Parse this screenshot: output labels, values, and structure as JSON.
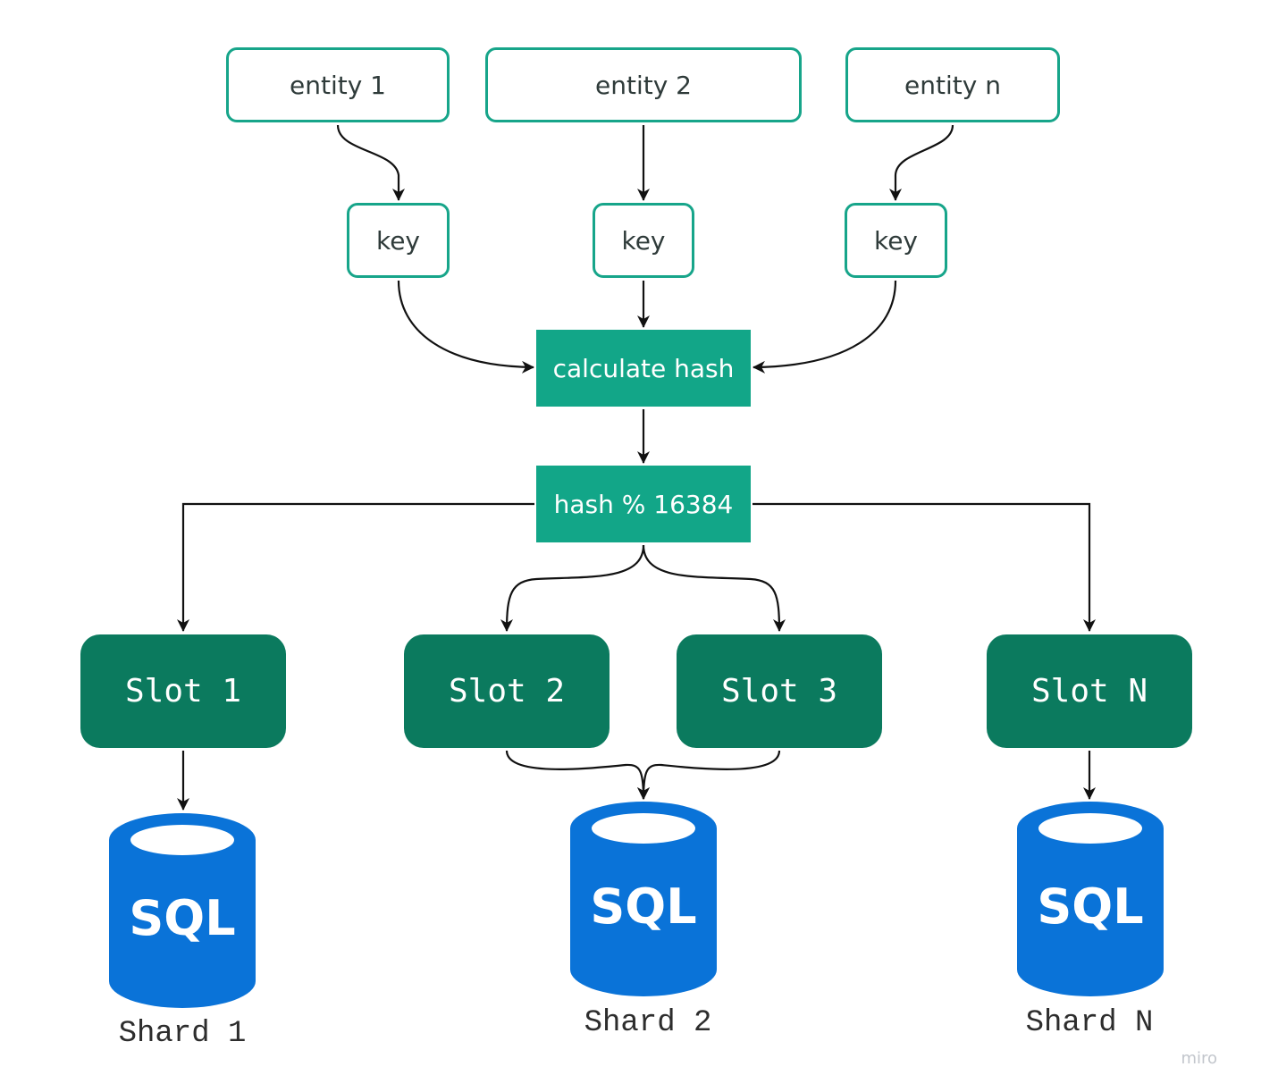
{
  "entities": [
    "entity 1",
    "entity 2",
    "entity n"
  ],
  "keys": [
    "key",
    "key",
    "key"
  ],
  "process": {
    "hash": "calculate hash",
    "modulo": "hash % 16384"
  },
  "slots": [
    "Slot 1",
    "Slot 2",
    "Slot 3",
    "Slot N"
  ],
  "shards": [
    {
      "icon_text": "SQL",
      "label": "Shard 1"
    },
    {
      "icon_text": "SQL",
      "label": "Shard 2"
    },
    {
      "icon_text": "SQL",
      "label": "Shard N"
    }
  ],
  "watermark": "miro",
  "colors": {
    "entity_border": "#17a58a",
    "process_fill": "#12a688",
    "slot_fill": "#0b7a5e",
    "db_fill": "#0a73d8"
  }
}
